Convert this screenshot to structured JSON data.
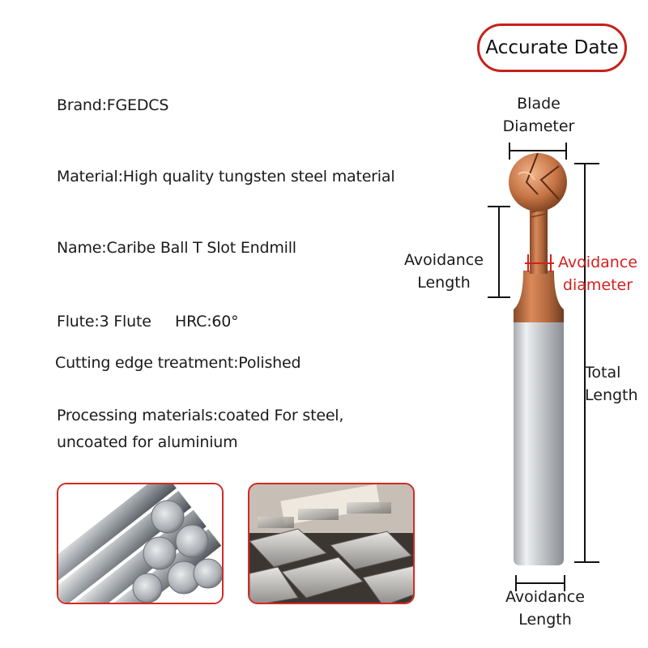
{
  "badge": {
    "text": "Accurate Date"
  },
  "specs": {
    "brand": "Brand:FGEDCS",
    "material": "Material:High quality tungsten steel material",
    "name": "Name:Caribe Ball T Slot Endmill",
    "flute": "Flute:3 Flute",
    "hrc": "HRC:60°",
    "edge": "Cutting edge treatment:Polished",
    "processing_line1": "Processing materials:coated For steel,",
    "processing_line2": "uncoated for aluminium"
  },
  "dimensions": {
    "blade_line1": "Blade",
    "blade_line2": "Diameter",
    "avoid_len_line1": "Avoidance",
    "avoid_len_line2": "Length",
    "avoid_dia_line1": "Avoidance",
    "avoid_dia_line2": "diameter",
    "total_line1": "Total",
    "total_line2": "Length",
    "bottom_line1": "Avoidance",
    "bottom_line2": "Length"
  },
  "colors": {
    "accent_red": "#d42a25",
    "coating_bronze": "#b8653a",
    "shank_steel": "#c9ccd0"
  }
}
